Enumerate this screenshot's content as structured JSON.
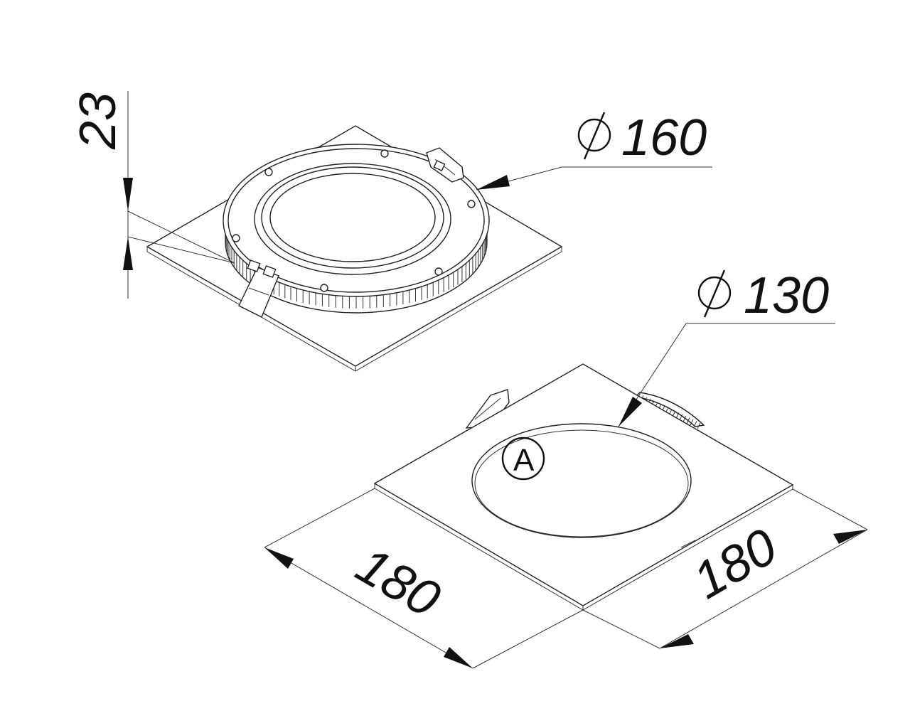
{
  "dimensions": {
    "height": "23",
    "upper_diameter": "160",
    "lower_diameter": "130",
    "width_left": "180",
    "width_right": "180",
    "diameter_symbol": "⌀"
  },
  "marker": {
    "label": "A"
  },
  "colors": {
    "line": "#222222",
    "background": "#ffffff"
  }
}
